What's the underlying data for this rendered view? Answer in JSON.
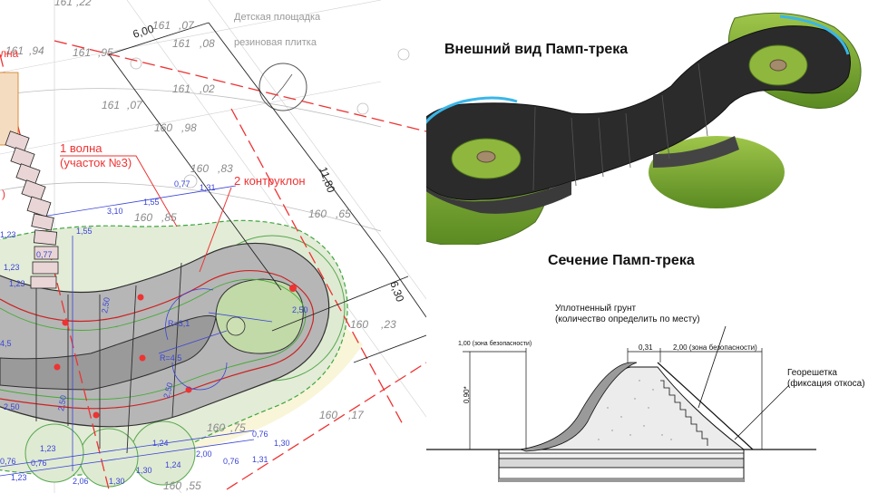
{
  "plan": {
    "top_labels": {
      "t1": "161",
      "t2": ",22",
      "t3": "6,00",
      "t4": "161",
      "t5": ",07",
      "t6": "161",
      "t7": ",08"
    },
    "site_note_1": "Детская площадка",
    "site_note_2": "резиновая плитка",
    "note_wave_red": "1 волна",
    "note_wave_sub": "(участок №3)",
    "note_counter": "2 контруклон",
    "red_fragment_top": "лна",
    "red_fragment_left": ")",
    "elevations": [
      {
        "a": "161",
        "b": ",94"
      },
      {
        "a": "161",
        "b": ",95"
      },
      {
        "a": "161",
        "b": ",07"
      },
      {
        "a": "161",
        "b": ",02"
      },
      {
        "a": "160",
        "b": ",98"
      },
      {
        "a": "160",
        "b": ",83"
      },
      {
        "a": "160",
        "b": ",85"
      },
      {
        "a": "160",
        "b": ",65"
      },
      {
        "a": "160",
        "b": ",23"
      },
      {
        "a": "160",
        "b": ",17"
      },
      {
        "a": "160",
        "b": ",75"
      },
      {
        "a": "160",
        "b": ",55"
      }
    ],
    "dims_blue": [
      "3,10",
      "1,55",
      "0,77",
      "1,31",
      "1,55",
      "1,23",
      "0,77",
      "1,23",
      "2,50",
      "2,50",
      "2,50",
      "R=3,1",
      "R=4,5",
      "4,5",
      "2,50",
      "2,50",
      "0,76",
      "1,30",
      "1,24",
      "2,00",
      "1,23",
      "0,76",
      "2,06",
      "1,30",
      "1,31",
      "0,76",
      "1,24",
      "1,30",
      "0,76",
      "1,23",
      "1,23"
    ],
    "dims_black": {
      "d1": "11,80",
      "d2": "6,30"
    }
  },
  "view3d_title": "Внешний вид Памп-трека",
  "section": {
    "title": "Сечение Памп-трека",
    "label_soil_1": "Уплотненный грунт",
    "label_soil_2": "(количество определить по месту)",
    "label_safety_left": "1,00 (зона безопасности)",
    "label_031": "0,31",
    "label_safety_right": "2,00 (зона безопасности)",
    "label_grid_1": "Георешетка",
    "label_grid_2": "(фиксация откоса)",
    "label_height": "0,90*"
  }
}
